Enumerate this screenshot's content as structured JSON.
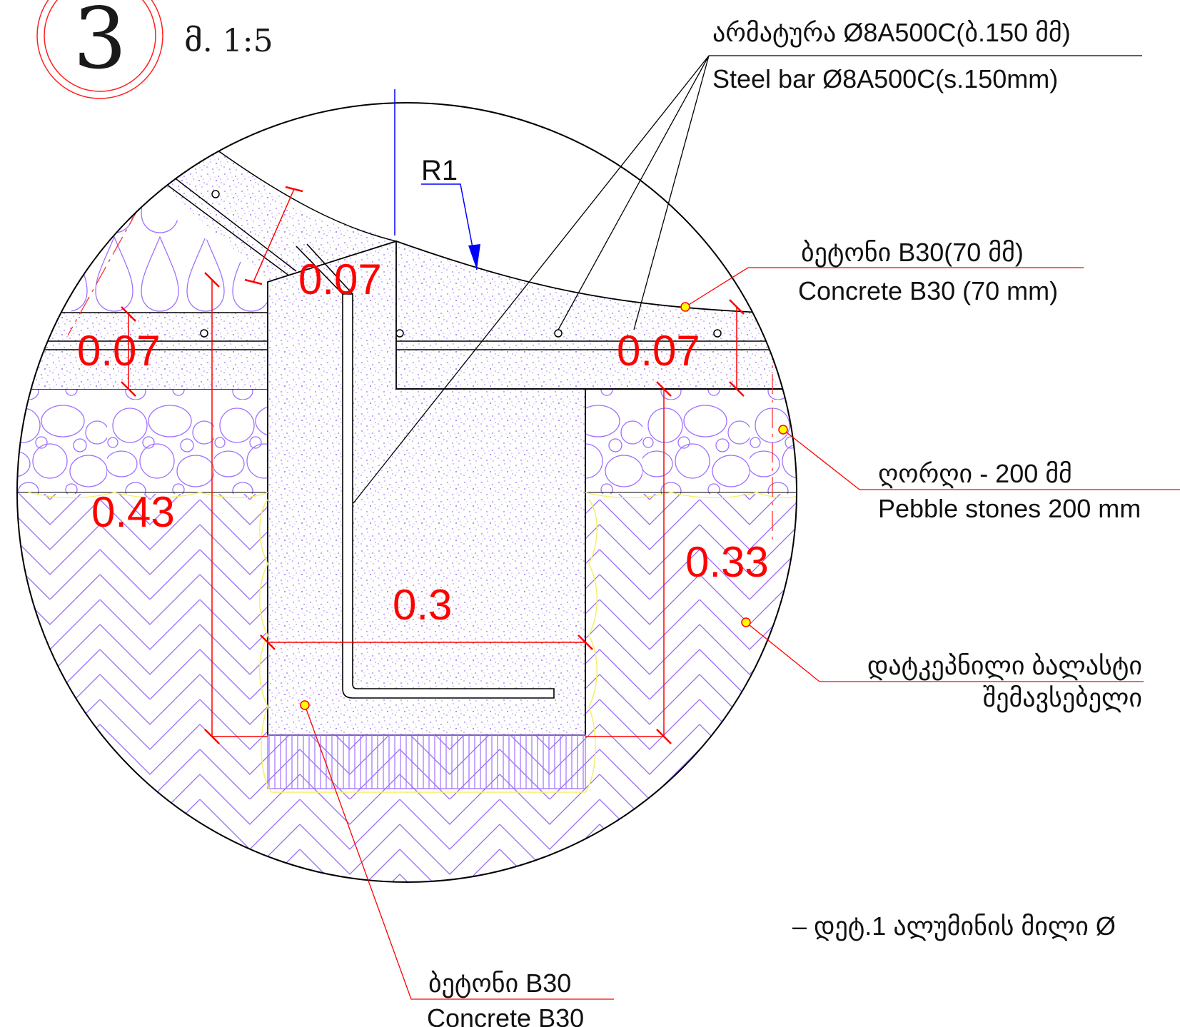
{
  "detail": {
    "number": "3",
    "scale": "მ. 1:5"
  },
  "labels": {
    "rebar_geo": "არმატურა  Ø8A500C(ბ.150 მმ)",
    "rebar_en": "Steel bar Ø8A500C(s.150mm)",
    "concrete_top_geo": "ბეტონი  B30(70 მმ)",
    "concrete_top_en": "Concrete B30 (70 mm)",
    "pebble_geo": "ღორღი  -  200  მმ",
    "pebble_en": "Pebble stones 200 mm",
    "ballast_geo_1": "დატკეპნილი  ბალასტი",
    "ballast_geo_2": "შემავსებელი",
    "alu_note": "–  დეტ.1  ალუმინის  მილი  Ø",
    "concrete_bottom_geo": "ბეტონი  B30",
    "concrete_bottom_en": "Concrete B30"
  },
  "dimensions": {
    "radius": "R1",
    "d_upper_slope": "0.07",
    "d_left_slab": "0.07",
    "d_right_slab": "0.07",
    "d_left_height": "0.43",
    "d_right_height": "0.33",
    "d_width": "0.3"
  },
  "colors": {
    "dimension": "#ff0000",
    "hatch": "#a070ff",
    "radius_leader": "#0000ff",
    "marker": "#ffff00",
    "outline": "#000000"
  }
}
